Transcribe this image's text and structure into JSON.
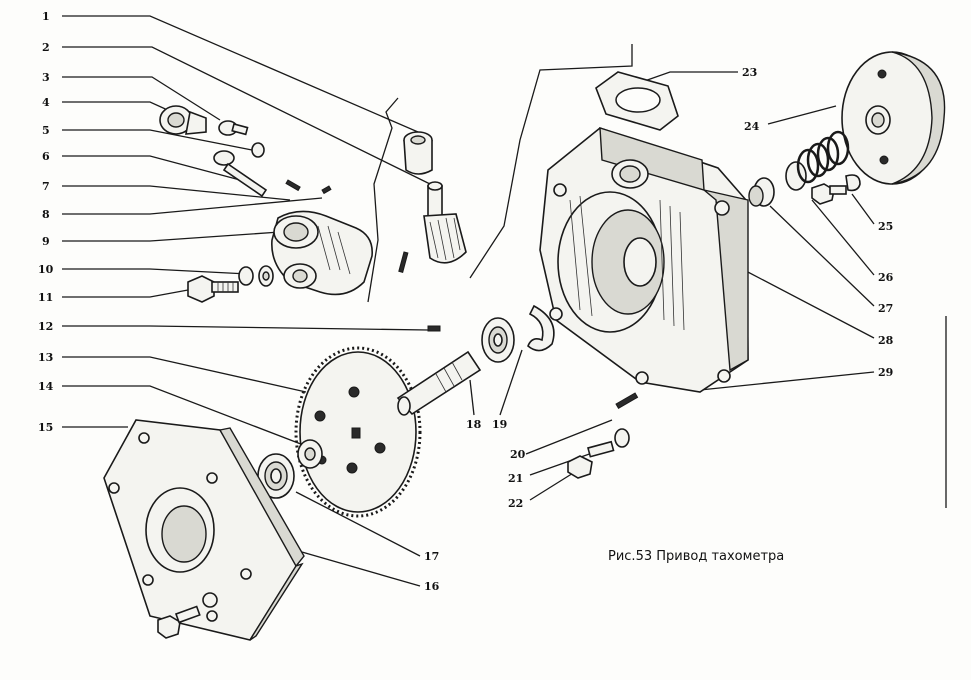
{
  "caption": "Рис.53 Привод тахометра",
  "callouts": {
    "n1": "1",
    "n2": "2",
    "n3": "3",
    "n4": "4",
    "n5": "5",
    "n6": "6",
    "n7": "7",
    "n8": "8",
    "n9": "9",
    "n10": "10",
    "n11": "11",
    "n12": "12",
    "n13": "13",
    "n14": "14",
    "n15": "15",
    "n16": "16",
    "n17": "17",
    "n18": "18",
    "n19": "19",
    "n20": "20",
    "n21": "21",
    "n22": "22",
    "n23": "23",
    "n24": "24",
    "n25": "25",
    "n26": "26",
    "n27": "27",
    "n28": "28",
    "n29": "29"
  }
}
